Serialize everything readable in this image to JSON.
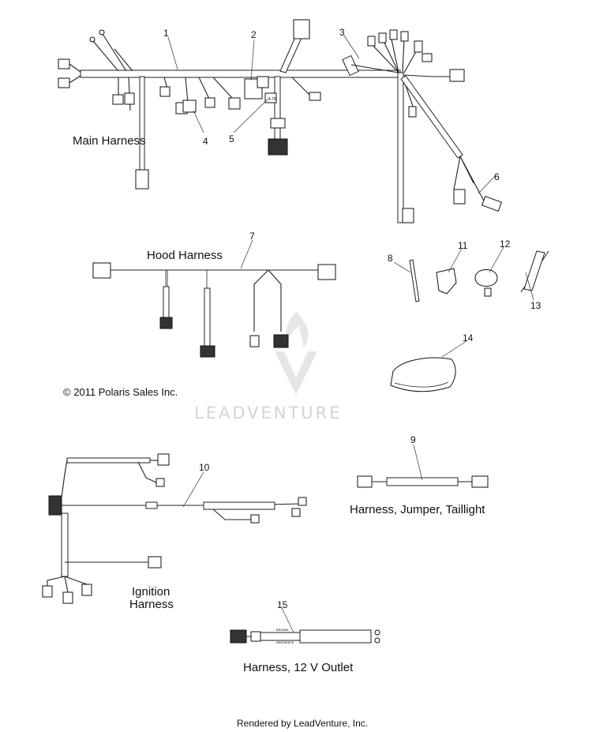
{
  "titles": {
    "main_harness": "Main Harness",
    "hood_harness": "Hood Harness",
    "ignition_line1": "Ignition",
    "ignition_line2": "Harness",
    "jumper_taillight": "Harness, Jumper, Taillight",
    "outlet_12v": "Harness, 12 V Outlet"
  },
  "copyright": "© 2011 Polaris Sales Inc.",
  "watermark": "LEADVENTURE",
  "footer": "Rendered by LeadVenture, Inc.",
  "callouts": [
    "1",
    "2",
    "3",
    "4",
    "5",
    "6",
    "7",
    "8",
    "9",
    "10",
    "11",
    "12",
    "13",
    "14",
    "15"
  ],
  "relay_marking": "4.76",
  "wire_marking_1": "BROWN",
  "wire_marking_2": "RED/WHITE"
}
